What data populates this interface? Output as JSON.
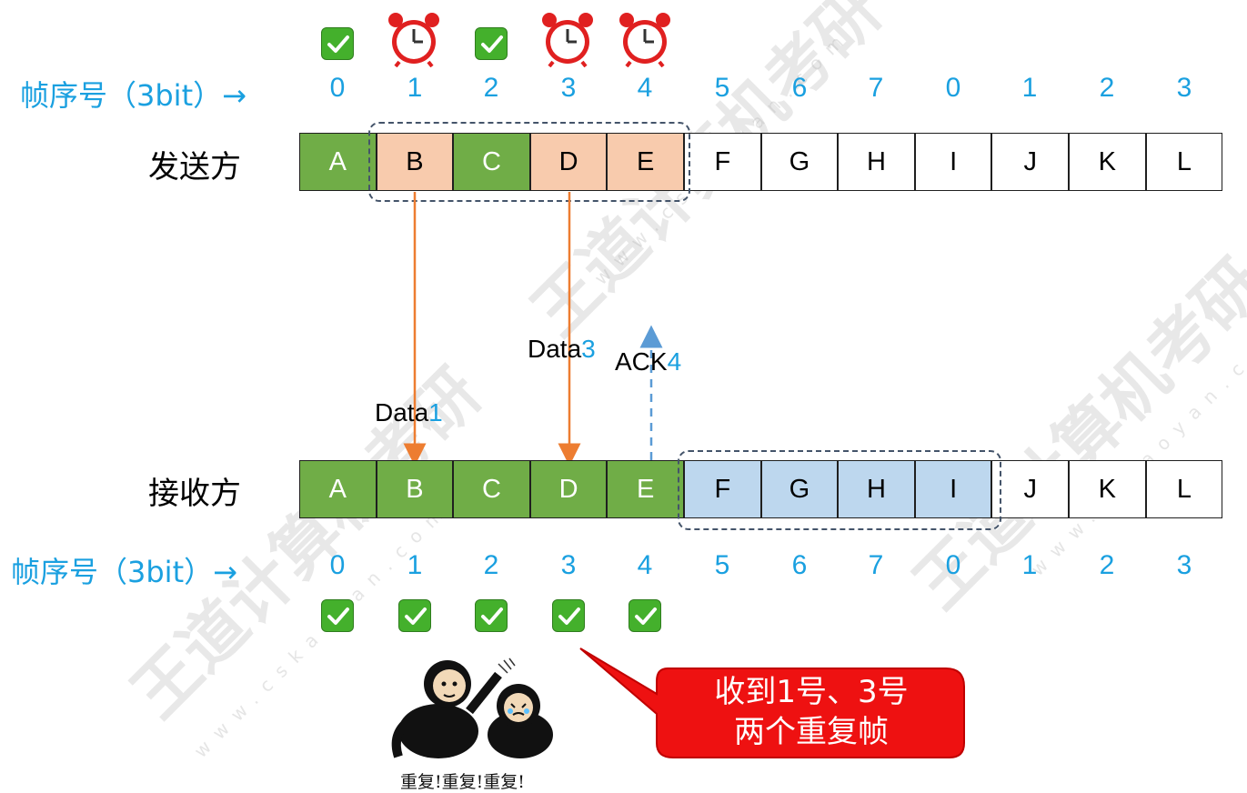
{
  "sender": {
    "label": "发送方",
    "seq_label": "帧序号（3bit）→",
    "seq_numbers": [
      "0",
      "1",
      "2",
      "3",
      "4",
      "5",
      "6",
      "7",
      "0",
      "1",
      "2",
      "3"
    ],
    "frames": [
      "A",
      "B",
      "C",
      "D",
      "E",
      "F",
      "G",
      "H",
      "I",
      "J",
      "K",
      "L"
    ],
    "frame_states": [
      "acked",
      "sent",
      "acked",
      "sent",
      "sent",
      "idle",
      "idle",
      "idle",
      "idle",
      "idle",
      "idle",
      "idle"
    ],
    "status_icons": [
      "check-icon",
      "alarm-clock-icon",
      "check-icon",
      "alarm-clock-icon",
      "alarm-clock-icon"
    ]
  },
  "receiver": {
    "label": "接收方",
    "seq_label": "帧序号（3bit）→",
    "seq_numbers": [
      "0",
      "1",
      "2",
      "3",
      "4",
      "5",
      "6",
      "7",
      "0",
      "1",
      "2",
      "3"
    ],
    "frames": [
      "A",
      "B",
      "C",
      "D",
      "E",
      "F",
      "G",
      "H",
      "I",
      "J",
      "K",
      "L"
    ],
    "frame_states": [
      "received",
      "received",
      "received",
      "received",
      "received",
      "window",
      "window",
      "window",
      "window",
      "idle",
      "idle",
      "idle"
    ],
    "status_icons": [
      "check-icon",
      "check-icon",
      "check-icon",
      "check-icon",
      "check-icon"
    ]
  },
  "messages": [
    {
      "prefix": "Data",
      "num": "1",
      "direction": "sender-to-receiver"
    },
    {
      "prefix": "Data",
      "num": "3",
      "direction": "sender-to-receiver"
    },
    {
      "prefix": "ACK",
      "num": "4",
      "direction": "receiver-to-sender"
    }
  ],
  "callout": {
    "line1": "收到1号、3号",
    "line2": "两个重复帧"
  },
  "meme": {
    "caption": "重复!重复!重复!"
  },
  "colors": {
    "acked": "#70ad47",
    "sent": "#f8cbad",
    "receiver_window": "#bdd7ee",
    "seq_blue": "#1aa0e0",
    "arrow_orange": "#ed7d31",
    "ack_blue": "#5b9bd5",
    "callout_red": "#ee1111"
  }
}
